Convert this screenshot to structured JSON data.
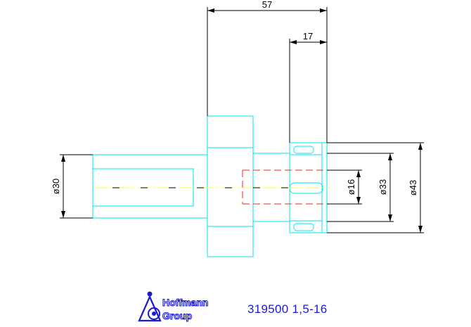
{
  "drawing": {
    "dimensions": {
      "overall_length": "57",
      "nut_length": "17",
      "shank_diameter": "ø30",
      "bore_diameter": "ø16",
      "collet_diameter": "ø33",
      "nut_diameter": "ø43"
    },
    "colors": {
      "outline": "#00e5ee",
      "hidden": "#ff2020",
      "centerline": "#ffff33",
      "dimension": "#000000",
      "brand": "#1a1ad6"
    }
  },
  "title_block": {
    "brand_line1": "Hoffmann",
    "brand_line2": "Group",
    "part_number": "319500 1,5-16"
  }
}
